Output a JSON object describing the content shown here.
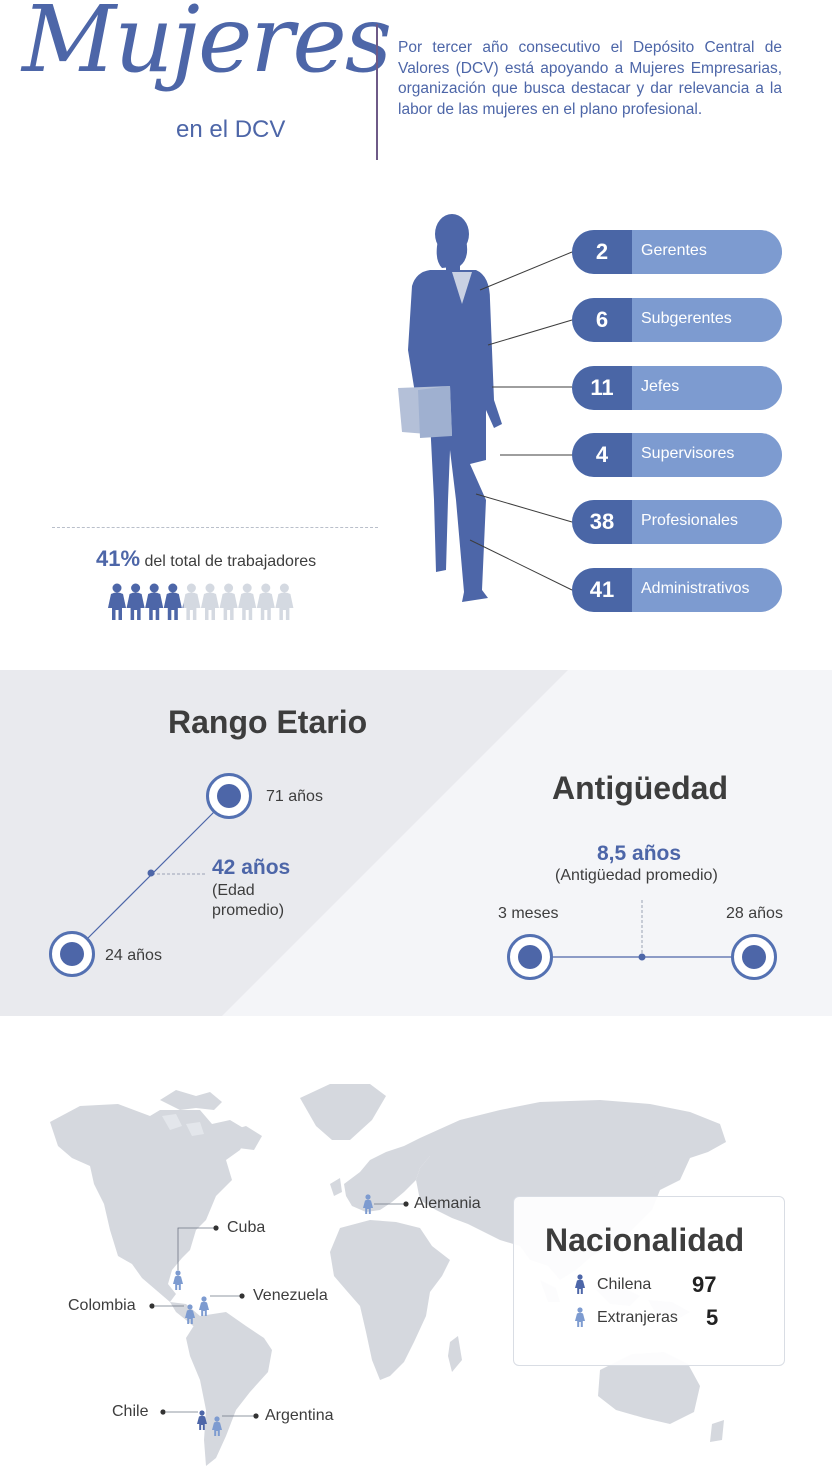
{
  "header": {
    "title": "Mujeres",
    "subtitle": "en el DCV",
    "intro": "Por tercer año consecutivo el Depósito Central de Valores (DCV) está apoyando a Mujeres Empresarias, organización que busca destacar y dar relevancia a la labor de las mujeres en el plano profesional."
  },
  "roles": [
    {
      "count": "2",
      "label": "Gerentes"
    },
    {
      "count": "6",
      "label": "Subgerentes"
    },
    {
      "count": "11",
      "label": "Jefes"
    },
    {
      "count": "4",
      "label": "Supervisores"
    },
    {
      "count": "38",
      "label": "Profesionales"
    },
    {
      "count": "41",
      "label": "Administrativos"
    }
  ],
  "share": {
    "percent": "41%",
    "text": "del total de trabajadores",
    "filled_figures": 4.1,
    "total_figures": 10
  },
  "age": {
    "title": "Rango Etario",
    "max": "71 años",
    "avg_value": "42 años",
    "avg_label": "(Edad promedio)",
    "min": "24 años"
  },
  "seniority": {
    "title": "Antigüedad",
    "avg_value": "8,5 años",
    "avg_label": "(Antigüedad promedio)",
    "min": "3 meses",
    "max": "28 años"
  },
  "map": {
    "places": {
      "cuba": "Cuba",
      "venezuela": "Venezuela",
      "colombia": "Colombia",
      "chile": "Chile",
      "argentina": "Argentina",
      "alemania": "Alemania"
    }
  },
  "nationality": {
    "title": "Nacionalidad",
    "rows": [
      {
        "label": "Chilena",
        "value": "97"
      },
      {
        "label": "Extranjeras",
        "value": "5"
      }
    ]
  },
  "colors": {
    "primary": "#4d66a8",
    "light": "#7d9bd0",
    "grey_figure": "#d4d9e1",
    "map": "#d5d8de"
  }
}
